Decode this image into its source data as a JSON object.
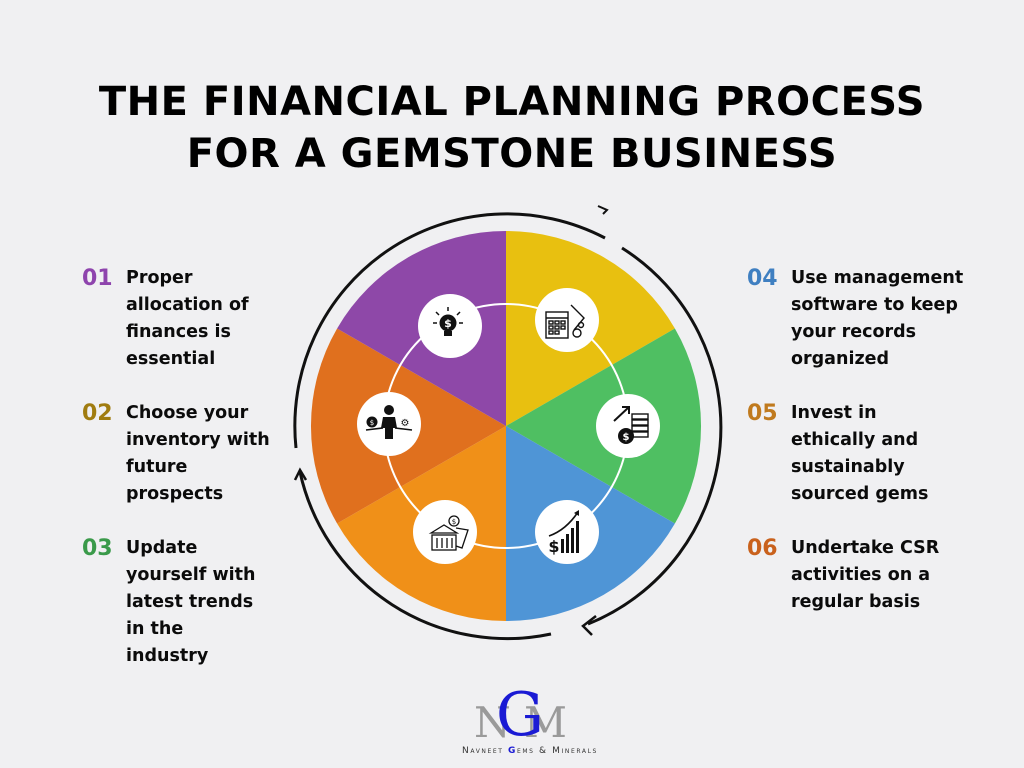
{
  "title": {
    "line1": "THE FINANCIAL PLANNING PROCESS",
    "line2": "FOR A GEMSTONE BUSINESS"
  },
  "steps": [
    {
      "num": "01",
      "text": "Proper allocation of finances is essential",
      "color": "#8e44ad"
    },
    {
      "num": "02",
      "text": "Choose your inventory with future prospects",
      "color": "#a07c10"
    },
    {
      "num": "03",
      "text": "Update yourself with latest trends in the industry",
      "color": "#3a9a4a"
    },
    {
      "num": "04",
      "text": "Use management software to keep your records organized",
      "color": "#3f7fc1"
    },
    {
      "num": "05",
      "text": "Invest in ethically and sustainably sourced gems",
      "color": "#c07a1e"
    },
    {
      "num": "06",
      "text": "Undertake CSR activities on a regular basis",
      "color": "#c9611c"
    }
  ],
  "wheel": {
    "segments": [
      {
        "name": "yellow",
        "color": "#e8c010",
        "icon": "calculator-document-icon"
      },
      {
        "name": "green",
        "color": "#4fbf62",
        "icon": "coins-growth-icon"
      },
      {
        "name": "blue",
        "color": "#4f95d6",
        "icon": "dollar-growth-chart-icon"
      },
      {
        "name": "orange",
        "color": "#f09018",
        "icon": "bank-money-icon"
      },
      {
        "name": "dark-orange",
        "color": "#e0701e",
        "icon": "person-balance-icon"
      },
      {
        "name": "purple",
        "color": "#8e48a8",
        "icon": "lightbulb-dollar-icon"
      }
    ]
  },
  "logo": {
    "letters": {
      "n": "N",
      "g": "G",
      "m": "M"
    },
    "name_pre": "Navneet ",
    "name_g": "G",
    "name_post": "ems & Minerals"
  }
}
